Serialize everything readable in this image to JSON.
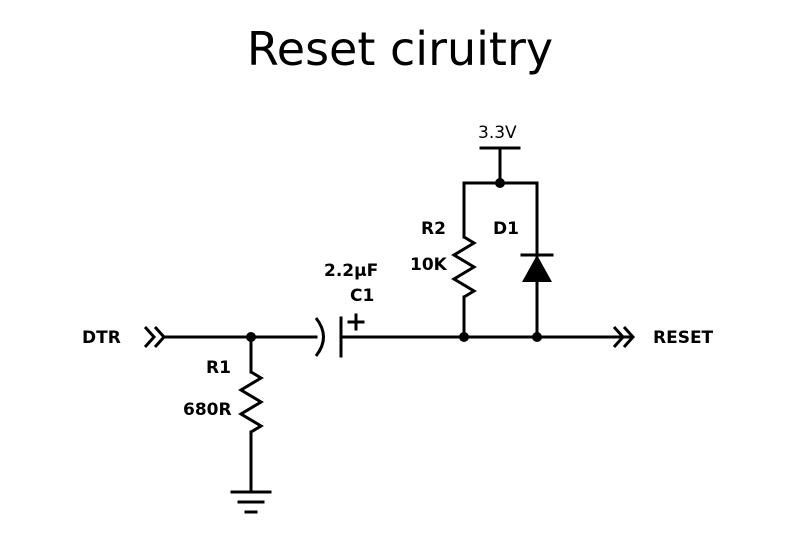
{
  "title": "Reset ciruitry",
  "nets": {
    "input": "DTR",
    "output": "RESET",
    "supply": "3.3V"
  },
  "components": {
    "r1": {
      "ref": "R1",
      "value": "680R"
    },
    "r2": {
      "ref": "R2",
      "value": "10K"
    },
    "c1": {
      "ref": "C1",
      "value": "2.2μF",
      "polarity": "+"
    },
    "d1": {
      "ref": "D1"
    }
  }
}
